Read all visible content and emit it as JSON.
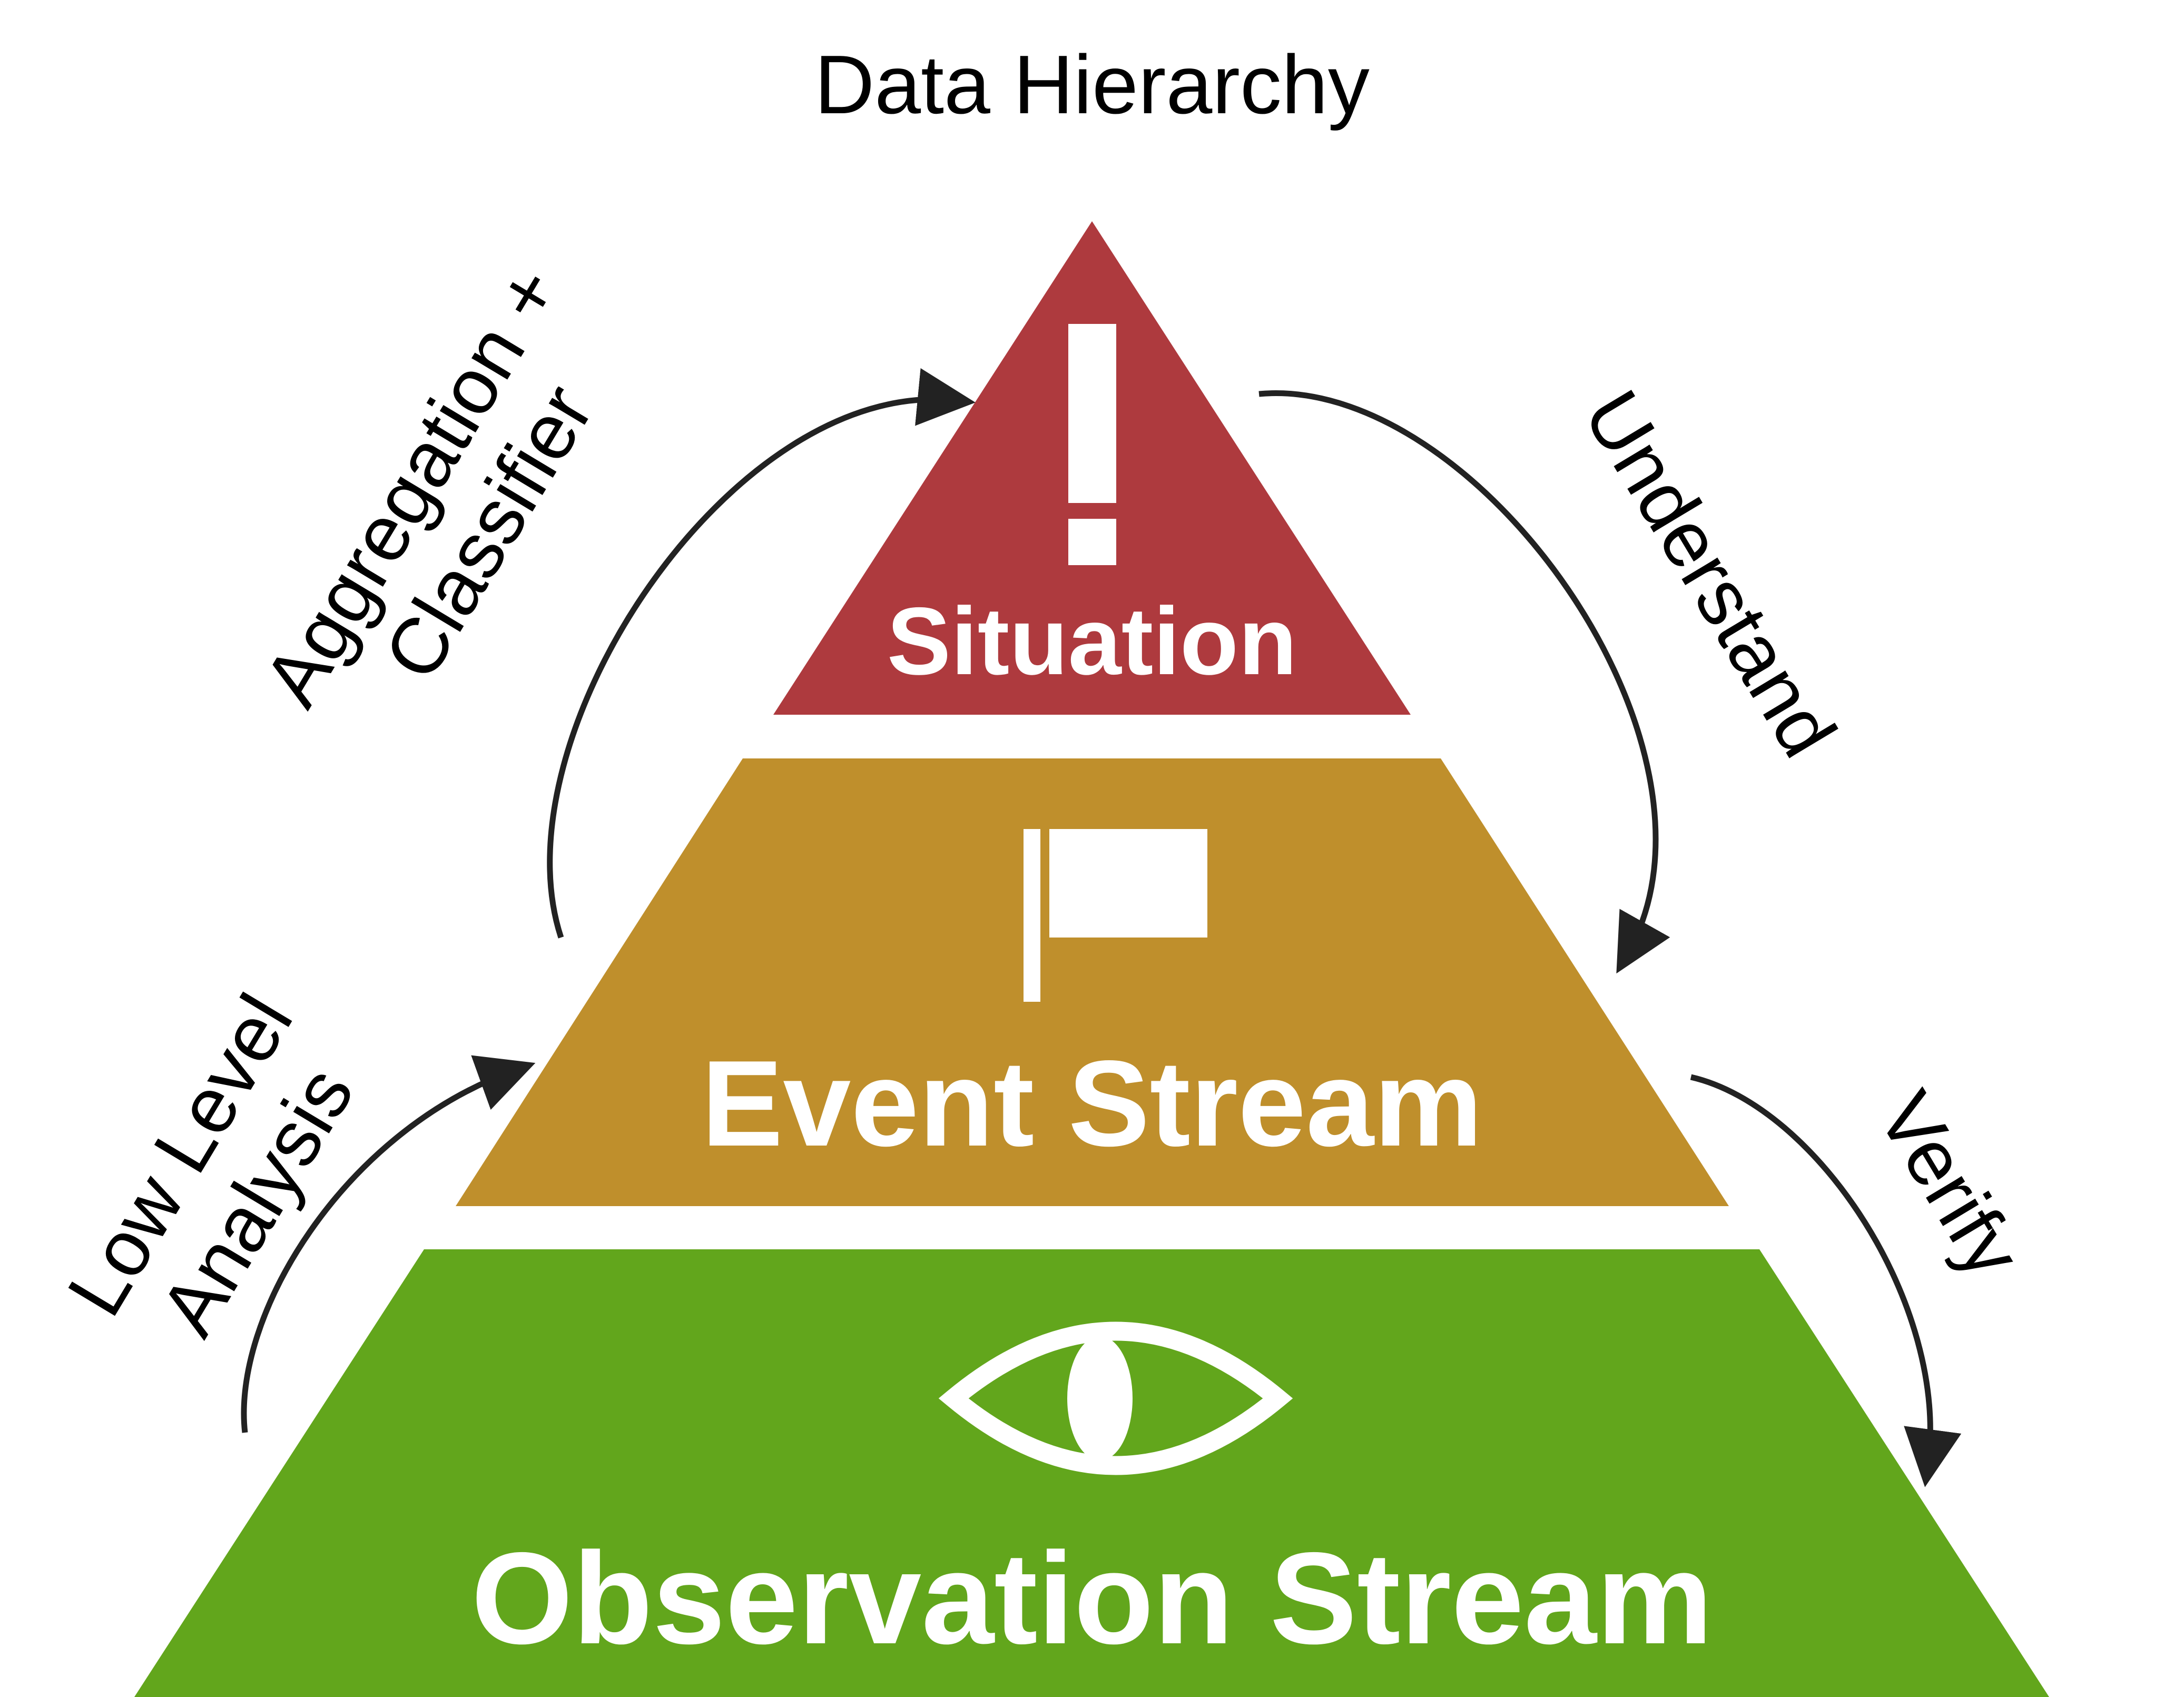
{
  "diagram": {
    "title": "Data Hierarchy",
    "layers": {
      "situation": {
        "label": "Situation",
        "color": "#AE3A3E",
        "icon": "exclamation-icon"
      },
      "event": {
        "label": "Event Stream",
        "color": "#BF8F2C",
        "icon": "flag-icon"
      },
      "observation": {
        "label": "Observation Stream",
        "color": "#62A61C",
        "icon": "eye-icon"
      }
    },
    "left_labels": {
      "low_level": {
        "line1": "Low Level",
        "line2": "Analysis"
      },
      "aggregation": {
        "line1": "Aggregation +",
        "line2": "Classifier"
      }
    },
    "right_labels": {
      "understand": "Understand",
      "verify": "Verify"
    },
    "arrow_color": "#222222"
  }
}
